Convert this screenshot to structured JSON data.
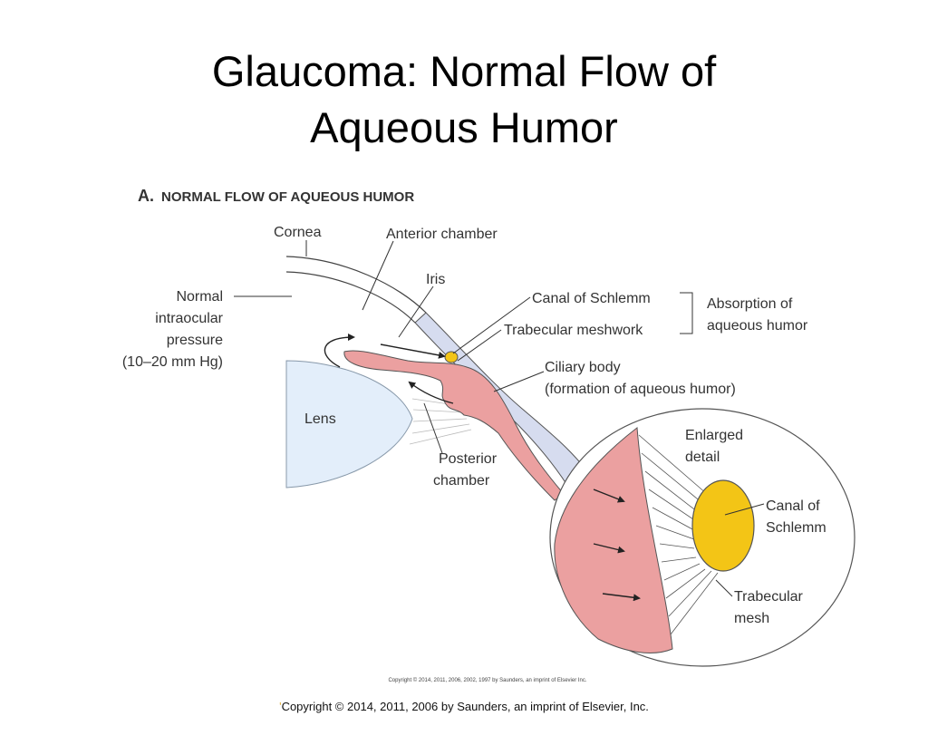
{
  "slide": {
    "title_line1": "Glaucoma: Normal Flow of",
    "title_line2": "Aqueous Humor"
  },
  "figure": {
    "heading_letter": "A.",
    "heading_text": "NORMAL FLOW OF AQUEOUS HUMOR",
    "labels": {
      "cornea": "Cornea",
      "anterior_chamber": "Anterior chamber",
      "iris": "Iris",
      "pressure_line1": "Normal",
      "pressure_line2": "intraocular",
      "pressure_line3": "pressure",
      "pressure_line4": "(10–20 mm Hg)",
      "canal_of_schlemm": "Canal of Schlemm",
      "trabecular_meshwork": "Trabecular meshwork",
      "absorption_line1": "Absorption of",
      "absorption_line2": "aqueous humor",
      "ciliary_line1": "Ciliary body",
      "ciliary_line2": "(formation of aqueous humor)",
      "lens": "Lens",
      "posterior_line1": "Posterior",
      "posterior_line2": "chamber",
      "enlarged_line1": "Enlarged",
      "enlarged_line2": "detail",
      "detail_canal_line1": "Canal of",
      "detail_canal_line2": "Schlemm",
      "detail_mesh_line1": "Trabecular",
      "detail_mesh_line2": "mesh"
    },
    "figure_copyright": "Copyright © 2014, 2011, 2006, 2002, 1997 by Saunders, an imprint of Elsevier Inc.",
    "colors": {
      "iris_ciliary": "#eba0a0",
      "cornea_band": "#d6dcef",
      "lens": "#e3eefa",
      "canal": "#f3c516"
    }
  },
  "footer": {
    "mark": "'",
    "text": "Copyright © 2014, 2011, 2006 by Saunders, an imprint of Elsevier, Inc."
  }
}
